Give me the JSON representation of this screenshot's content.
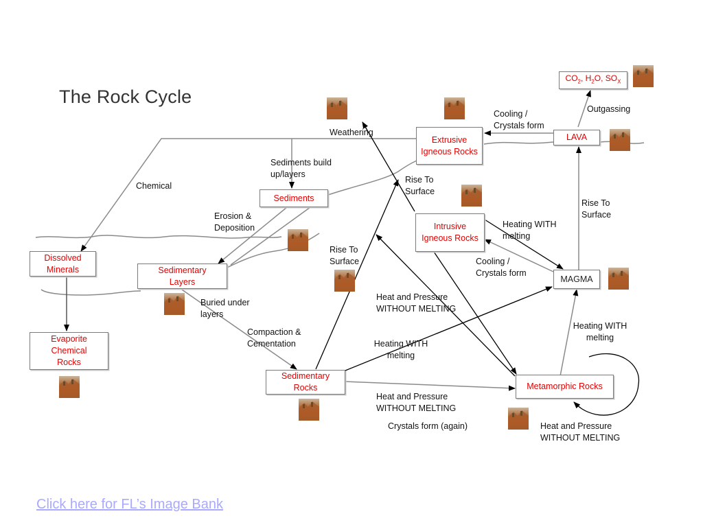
{
  "title": "The Rock Cycle",
  "boxes": {
    "extrusive": "Extrusive\nIgneous Rocks",
    "lava": "LAVA",
    "sediments": "Sediments",
    "intrusive": "Intrusive\nIgneous Rocks",
    "dissolved": "Dissolved\nMinerals",
    "sed_layers": "Sedimentary\nLayers",
    "magma": "MAGMA",
    "evaporite": "Evaporite\nChemical\nRocks",
    "sed_rocks": "Sedimentary\nRocks",
    "metamorphic": "Metamorphic Rocks",
    "gases": {
      "co": "CO",
      "co_sub": "2",
      "h": ", H",
      "h_sub": "2",
      "o": "O, SO",
      "so_sub": "X"
    }
  },
  "labels": {
    "outgassing": "Outgassing",
    "cooling_top": "Cooling /\nCrystals form",
    "weathering": "Weathering",
    "sediments_build": "Sediments build\nup/layers",
    "rise_surface_1": "Rise To\nSurface",
    "chemical": "Chemical",
    "rise_surface_right": "Rise To\nSurface",
    "erosion": "Erosion &\nDeposition",
    "heating_with_top": "Heating WITH\nmelting",
    "rise_surface_2": "Rise To\nSurface",
    "cooling_mid": "Cooling /\nCrystals form",
    "buried": "Buried under\nlayers",
    "heat_pressure_1": "Heat and Pressure\nWITHOUT MELTING",
    "heating_with_right": "Heating WITH\nmelting",
    "compaction": "Compaction &\nCementation",
    "heating_with_mid": "Heating WITH\nmelting",
    "heat_pressure_2": "Heat and Pressure\nWITHOUT MELTING",
    "crystals_again": "Crystals form (again)",
    "heat_pressure_3": "Heat and Pressure\nWITHOUT MELTING"
  },
  "link_text": "Click here for FL’s Image Bank",
  "colors": {
    "box_text": "#e00000",
    "link": "#a9a9ff",
    "line": "#8a8a8a",
    "arrow": "#000000"
  },
  "thumbnails": [
    "rock-photo",
    "rock-photo",
    "rock-photo",
    "rock-photo",
    "rock-photo",
    "rock-photo",
    "rock-photo",
    "rock-photo",
    "rock-photo",
    "rock-photo",
    "rock-photo",
    "rock-photo",
    "rock-photo"
  ]
}
